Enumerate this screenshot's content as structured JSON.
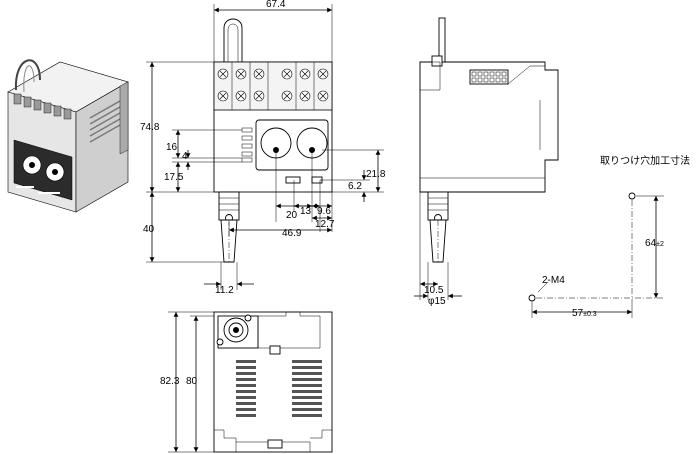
{
  "front_view": {
    "width": "67.4",
    "height": "74.8",
    "dim_16": "16",
    "dim_4": "4",
    "dim_17_5": "17.5",
    "dim_40": "40",
    "dim_11_2": "11.2",
    "dim_21_8": "21.8",
    "dim_6_2": "6.2",
    "dim_20": "20",
    "dim_13": "13",
    "dim_9_6": "9.6",
    "dim_12_7": "12.7",
    "dim_46_9": "46.9"
  },
  "side_view": {
    "dim_10_5": "10.5",
    "dim_phi15": "φ15"
  },
  "bottom_view": {
    "dim_82_3": "82.3",
    "dim_80": "80"
  },
  "mounting": {
    "title": "取りつけ穴加工寸法",
    "screw": "2-M4",
    "height_value": "64",
    "height_tol": "±2",
    "width_value": "57",
    "width_tol": "±0.3"
  }
}
